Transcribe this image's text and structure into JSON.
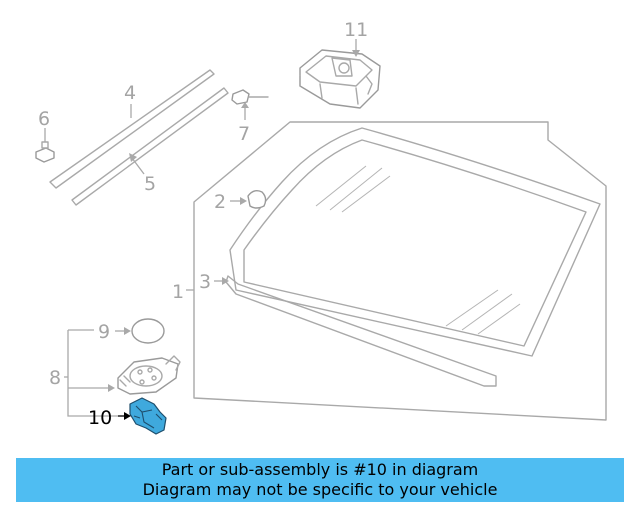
{
  "diagram": {
    "callouts": {
      "c1": "1",
      "c2": "2",
      "c3": "3",
      "c4": "4",
      "c5": "5",
      "c6": "6",
      "c7": "7",
      "c8": "8",
      "c9": "9",
      "c10": "10",
      "c11": "11"
    },
    "highlighted_part": "10",
    "highlight_color": "#3fa9dd",
    "line_color": "#a9a9a9"
  },
  "banner": {
    "line1": "Part or sub-assembly is #10 in diagram",
    "line2": "Diagram may not be specific to your vehicle",
    "background": "#4fbdf2"
  }
}
